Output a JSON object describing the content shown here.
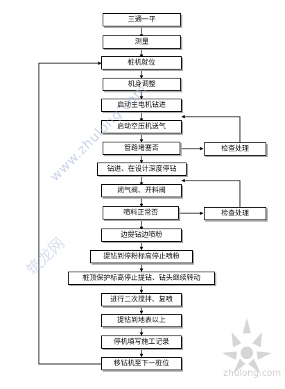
{
  "nodes": {
    "n1": "三通一平",
    "n2": "测量",
    "n3": "桩机就位",
    "n4": "机身调整",
    "n5": "启动主电机钻进",
    "n6": "启动空压机送气",
    "n7": "管路堵塞否",
    "n8": "钻进、在设计深度停钻",
    "n9": "闭气阀、开料阀",
    "n10": "喷料正常否",
    "n11": "边提钻边喷粉",
    "n12": "提钻到停粉标高停止喷粉",
    "n13": "桩顶保护标高停止提钻、钻头继续转动",
    "n14": "进行二次搅拌、复喷",
    "n15": "提钻到地表以上",
    "n16": "停机填写施工记录",
    "n17": "移钻机至下一桩位",
    "check1": "检查处理",
    "check2": "检查处理"
  },
  "watermark": {
    "main": "www.zhulong.com",
    "site": "筑龙网",
    "logo": "zhulong.com"
  },
  "colors": {
    "line": "#000000",
    "shadow": "#a8a8a8",
    "watermark": "#9fb0d8"
  }
}
